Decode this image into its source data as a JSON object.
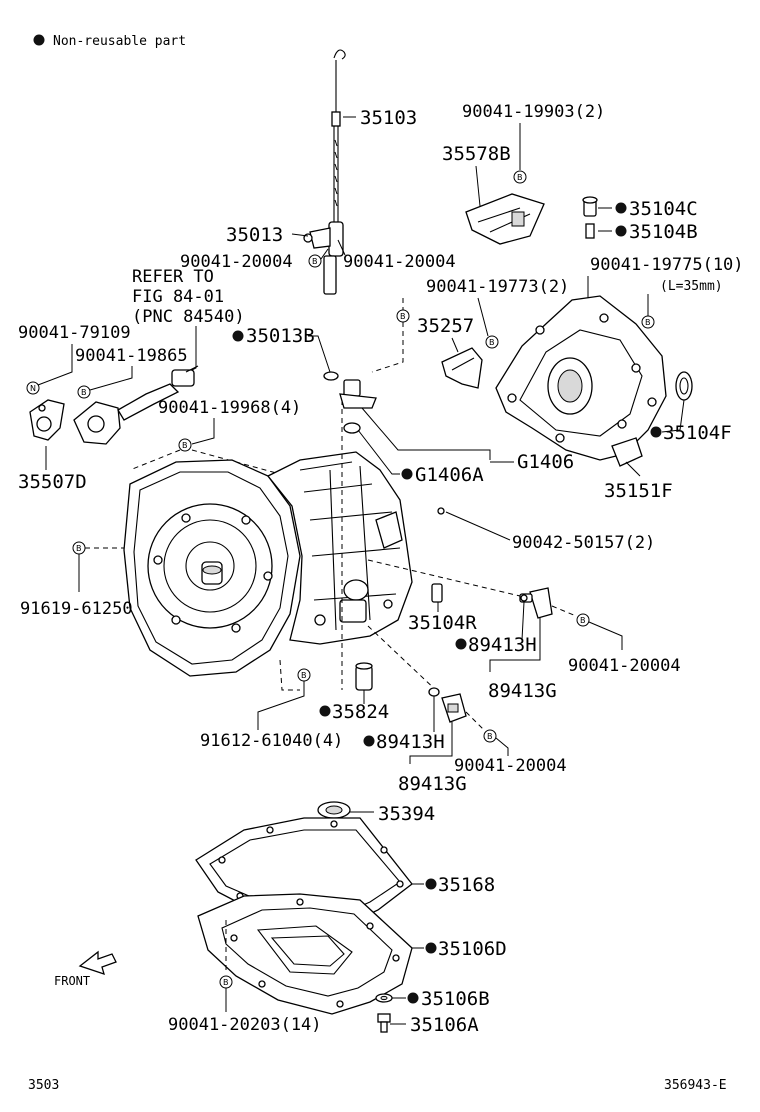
{
  "legend": {
    "text": "Non-reusable part"
  },
  "refer": {
    "line1": "REFER TO",
    "line2": "FIG 84-01",
    "line3": "(PNC 84540)"
  },
  "labels": {
    "p35103": "35103",
    "p90041_19903": "90041-19903(2)",
    "p35578B": "35578B",
    "p35104C": "35104C",
    "p35104B": "35104B",
    "p35013": "35013",
    "p90041_20004_a": "90041-20004",
    "p90041_20004_b": "90041-20004",
    "p90041_19775": "90041-19775(10)",
    "p90041_19775_sub": "(L=35mm)",
    "p90041_19773": "90041-19773(2)",
    "p90041_79109": "90041-79109",
    "p90041_19865": "90041-19865",
    "p35013B": "35013B",
    "p35257": "35257",
    "p90041_19968": "90041-19968(4)",
    "p35104F": "35104F",
    "p35507D": "35507D",
    "pG1406A": "G1406A",
    "pG1406": "G1406",
    "p35151F": "35151F",
    "p90042_50157": "90042-50157(2)",
    "p91619_61250": "91619-61250",
    "p35104R": "35104R",
    "p89413H_a": "89413H",
    "p90041_20004_c": "90041-20004",
    "p89413G_a": "89413G",
    "p35824": "35824",
    "p91612_61040": "91612-61040(4)",
    "p89413H_b": "89413H",
    "p90041_20004_d": "90041-20004",
    "p89413G_b": "89413G",
    "p35394": "35394",
    "p35168": "35168",
    "p35106D": "35106D",
    "p35106B": "35106B",
    "p90041_20203": "90041-20203(14)",
    "p35106A": "35106A"
  },
  "markers": {
    "B": "B",
    "N": "N"
  },
  "front": {
    "text": "FRONT"
  },
  "footer": {
    "left": "3503",
    "right": "356943-E"
  }
}
